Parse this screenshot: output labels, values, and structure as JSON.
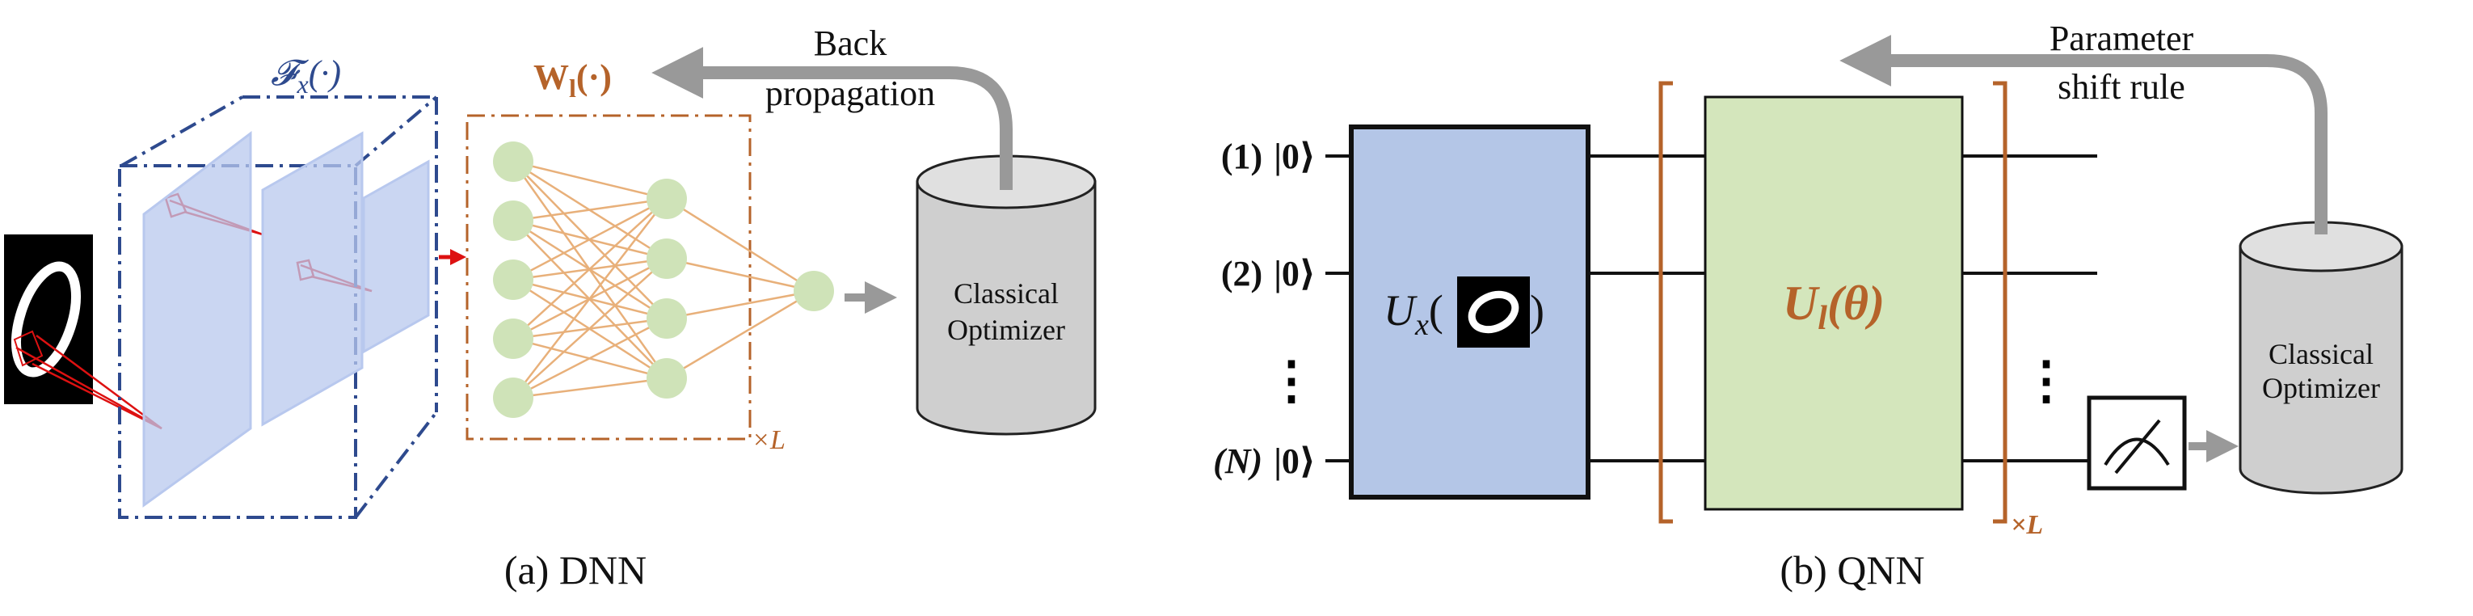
{
  "dnn": {
    "feature_label": "𝓕",
    "feature_sub": "x",
    "feature_arg": "(·)",
    "weight_label": "W",
    "weight_sub": "l",
    "weight_arg": "(·)",
    "repeat_label": "×L",
    "backprop_line1": "Back",
    "backprop_line2": "propagation",
    "optimizer_line1": "Classical",
    "optimizer_line2": "Optimizer",
    "caption": "(a) DNN",
    "input_digit": "0"
  },
  "qnn": {
    "qubits": [
      {
        "index": "(1)",
        "state": "|0⟩"
      },
      {
        "index": "(2)",
        "state": "|0⟩"
      },
      {
        "index": "(N)",
        "state": "|0⟩"
      }
    ],
    "vdots": "⋮",
    "encoder_label": "U",
    "encoder_sub": "x",
    "encoder_open": "(",
    "encoder_close": ")",
    "encoder_digit": "0",
    "ansatz_label": "U",
    "ansatz_sub": "l",
    "ansatz_arg": "(θ)",
    "repeat_label": "×L",
    "param_line1": "Parameter",
    "param_line2": "shift rule",
    "optimizer_line1": "Classical",
    "optimizer_line2": "Optimizer",
    "caption": "(b) QNN"
  },
  "colors": {
    "feature_box": "#2e4a8e",
    "weight_box": "#b5632a",
    "neuron": "#cfe3b8",
    "edge": "#e8b07a",
    "plane": "#b8c8ee",
    "encoder_fill": "#b4c6e7",
    "ansatz_fill": "#d4e6bc",
    "ansatz_text": "#b5632a",
    "bracket": "#b5632a",
    "arrow_gray": "#999999",
    "cylinder_body": "#cfcfcf",
    "cylinder_top": "#e0e0e0",
    "red": "#dd1111"
  }
}
